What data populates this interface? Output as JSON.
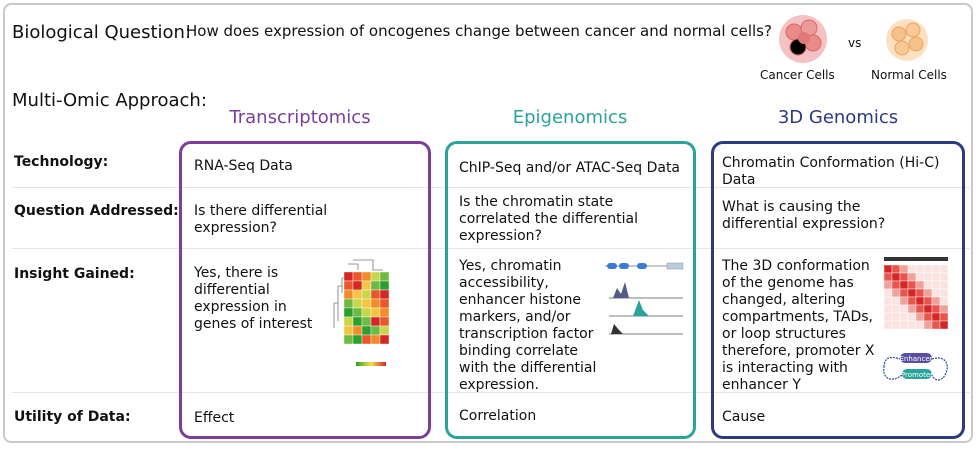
{
  "header": {
    "question_label": "Biological Question:",
    "question_text": "How does expression of oncogenes change between cancer and normal cells?",
    "vs": "vs",
    "cancer_caption": "Cancer Cells",
    "normal_caption": "Normal Cells"
  },
  "approach_label": "Multi-Omic Approach:",
  "rows": {
    "technology": "Technology:",
    "question": "Question Addressed:",
    "insight": "Insight Gained:",
    "utility": "Utility of Data:"
  },
  "columns": [
    {
      "title": "Transcriptomics",
      "color": "#7b3f99",
      "technology": "RNA-Seq Data",
      "question": "Is there differential expression?",
      "insight": "Yes, there is differential expression in genes of interest",
      "utility": "Effect"
    },
    {
      "title": "Epigenomics",
      "color": "#2aa39a",
      "technology": "ChIP-Seq and/or ATAC-Seq Data",
      "question": "Is the chromatin state correlated the differential expression?",
      "insight": "Yes, chromatin accessibility, enhancer histone markers, and/or transcription factor binding correlate with the differential expression.",
      "utility": "Correlation"
    },
    {
      "title": "3D Genomics",
      "color": "#2e3a80",
      "technology": "Chromatin Conformation (Hi-C) Data",
      "question": "What is causing the differential expression?",
      "insight": "The 3D conformation of the genome has changed, altering compartments, TADs, or loop structures therefore, promoter X is interacting with enhancer Y",
      "utility": "Cause"
    }
  ],
  "hic_labels": {
    "enhancer": "Enhancer",
    "promoter": "Promoter"
  },
  "colors": {
    "separator": "#e6e6e6",
    "frame": "#c9c9c9"
  }
}
